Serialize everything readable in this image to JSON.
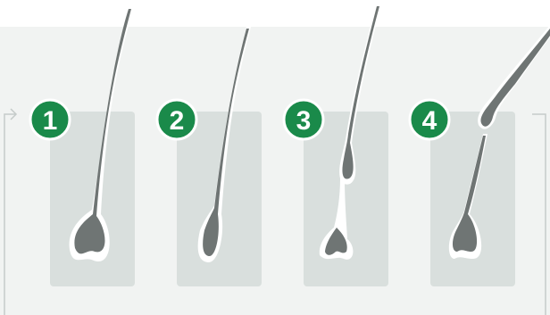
{
  "colors": {
    "band": "#f1f3f2",
    "follicle_box": "#d9dfdd",
    "hair": "#6f7574",
    "outline": "#ffffff",
    "arrow": "#c5cbc9",
    "badge": "#1a8a4a",
    "badge_text": "#ffffff"
  },
  "stages": [
    {
      "number": "1"
    },
    {
      "number": "2"
    },
    {
      "number": "3"
    },
    {
      "number": "4"
    }
  ]
}
